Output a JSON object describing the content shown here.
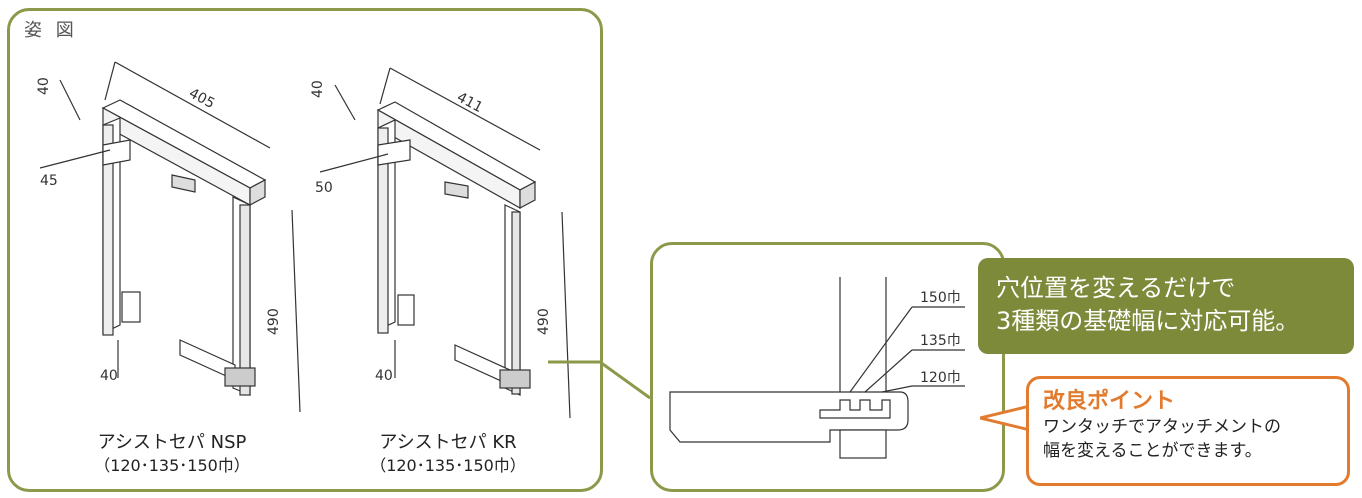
{
  "section_label": "姿 図",
  "products": [
    {
      "name": "アシストセパ NSP",
      "sizes": "（120･135･150巾）",
      "dims": {
        "width": "405",
        "height": "490",
        "top": "40",
        "side": "45",
        "bottom": "40"
      }
    },
    {
      "name": "アシストセパ KR",
      "sizes": "（120･135･150巾）",
      "dims": {
        "width": "411",
        "height": "490",
        "top": "40",
        "side": "50",
        "bottom": "40"
      }
    }
  ],
  "detail_labels": [
    "150巾",
    "135巾",
    "120巾"
  ],
  "callout_green": {
    "line1": "穴位置を変えるだけで",
    "line2": "3種類の基礎幅に対応可能。"
  },
  "callout_orange": {
    "title": "改良ポイント",
    "line1": "ワンタッチでアタッチメントの",
    "line2": "幅を変えることができます。"
  },
  "colors": {
    "panel_border": "#8b9a4a",
    "green_box": "#7d8a3a",
    "orange": "#e37b2f"
  }
}
